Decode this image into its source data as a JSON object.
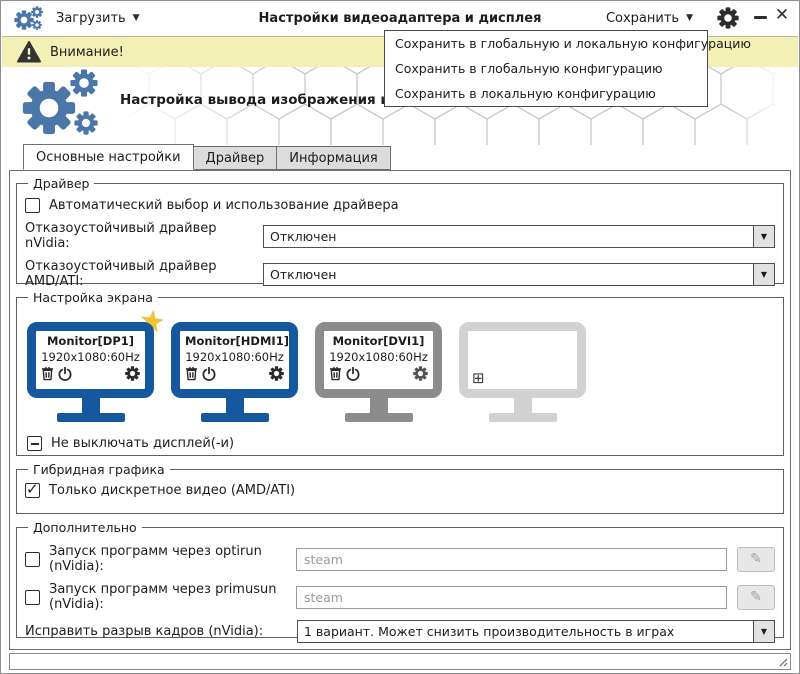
{
  "window": {
    "title": "Настройки видеоадаптера и дисплея",
    "load_button": "Загрузить",
    "save_button": "Сохранить"
  },
  "warning": {
    "text": "Внимание!"
  },
  "save_menu": {
    "items": [
      "Сохранить в глобальную и локальную конфигурацию",
      "Сохранить в глобальную конфигурацию",
      "Сохранить в локальную конфигурацию"
    ]
  },
  "header": {
    "subtitle": "Настройка вывода изображения и установка драйвера видеокарты"
  },
  "tabs": [
    {
      "label": "Основные настройки",
      "active": true
    },
    {
      "label": "Драйвер",
      "active": false
    },
    {
      "label": "Информация",
      "active": false
    }
  ],
  "driver_group": {
    "title": "Драйвер",
    "auto_checkbox_label": "Автоматический выбор и использование драйвера",
    "nvidia_label": "Отказоустойчивый драйвер nVidia:",
    "nvidia_value": "Отключен",
    "amd_label": "Отказоустойчивый драйвер AMD/ATI:",
    "amd_value": "Отключен"
  },
  "screen_group": {
    "title": "Настройка экрана",
    "monitors": [
      {
        "name": "Monitor[DP1]",
        "mode": "1920x1080:60Hz",
        "state": "primary"
      },
      {
        "name": "Monitor[HDMI1]",
        "mode": "1920x1080:60Hz",
        "state": "active"
      },
      {
        "name": "Monitor[DVI1]",
        "mode": "1920x1080:60Hz",
        "state": "inactive"
      },
      {
        "state": "empty"
      }
    ],
    "keep_on_label": "Не выключать дисплей(-и)"
  },
  "hybrid_group": {
    "title": "Гибридная графика",
    "discrete_label": "Только дискретное видео (AMD/ATI)"
  },
  "extra_group": {
    "title": "Дополнительно",
    "optirun_label": "Запуск программ через optirun (nVidia):",
    "optirun_placeholder": "steam",
    "primusun_label": "Запуск программ через primusun (nVidia):",
    "primusun_placeholder": "steam",
    "tearing_label": "Исправить разрыв кадров (nVidia):",
    "tearing_value": "1 вариант. Может снизить производительность в играх"
  },
  "colors": {
    "monitor_active": "#1558a0",
    "monitor_inactive": "#8c8c8c",
    "monitor_empty": "#d2d2d2",
    "warning_bg": "#f2f0b4",
    "star_gold": "#f2c230",
    "logo_blue": "#4a76a8"
  },
  "icons": {
    "plus_box": "⊞",
    "star": "★",
    "pencil": "✎",
    "close": "✕",
    "caret_down": "▼"
  }
}
